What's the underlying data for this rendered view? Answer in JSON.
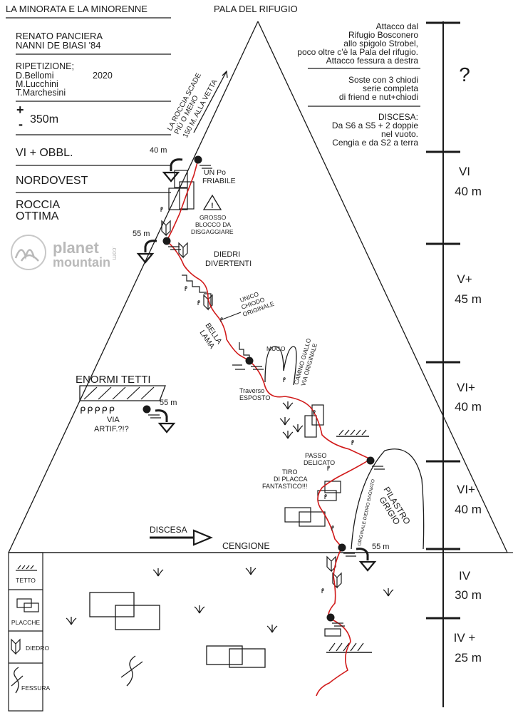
{
  "header": {
    "title": "LA MINORATA E LA MINORENNE",
    "summit": "PALA DEL RIFUGIO"
  },
  "info": {
    "authors": [
      "RENATO PANCIERA",
      "NANNI DE BIASI '84"
    ],
    "repeat_label": "RIPETIZIONE;",
    "repeaters": [
      "D.Bellomi",
      "M.Lucchini",
      "T.Marchesini"
    ],
    "repeat_year": "2020",
    "height_plus": "+",
    "height_minus": "-",
    "height": "350m",
    "grade": "VI + OBBL.",
    "aspect": "NORDOVEST",
    "rock": [
      "ROCCIA",
      "OTTIMA"
    ]
  },
  "logo": {
    "line1": "planet",
    "line2": "mountain",
    "suffix": ".com"
  },
  "notes": {
    "approach": [
      "Attacco dal",
      "Rifugio Bosconero",
      "allo spigolo Strobel,",
      "poco oltre c'è la Pala del rifugio.",
      "Attacco fessura a destra"
    ],
    "belays": [
      "Soste con 3 chiodi",
      "serie completa",
      "di friend e nut+chiodi"
    ],
    "descent": [
      "DISCESA:",
      "Da S6 a S5 + 2 doppie",
      "nel vuoto.",
      "Cengia e da S2 a terra"
    ]
  },
  "topo_labels": {
    "rock_exit": [
      "LA ROCCIA SCADE",
      "PIÙ O MENO",
      "150 M. ALLA VETTA"
    ],
    "rap_40": "40 m",
    "friable": [
      "UN Po",
      "FRIABILE"
    ],
    "block": [
      "GROSSO",
      "BLOCCO DA",
      "DISGAGGIARE"
    ],
    "rap_55_left": "55 m",
    "dihedrals": [
      "DIEDRI",
      "DIVERTENTI"
    ],
    "original_peg": [
      "UNICO",
      "CHIODO",
      "ORIGINALE"
    ],
    "nice_flake": [
      "BELLA",
      "LAMA"
    ],
    "mugo": "MUGO",
    "yellow_chimney": [
      "CAMINO GIALLO",
      "VIA ORIGINALE"
    ],
    "exposed_traverse": [
      "Traverso",
      "ESPOSTO"
    ],
    "roofs_title": "ENORMI TETTI",
    "rap_55_roofs": "55 m",
    "aid_route": [
      "VIA",
      "ARTIF.?!?"
    ],
    "delicate_step": [
      "PASSO",
      "DELICATO"
    ],
    "slab_pitch": [
      "TIRO",
      "DI PLACCA",
      "FANTASTICO!!!"
    ],
    "grey_pillar": [
      "PILASTRO",
      "GRIGIO"
    ],
    "original_dihedral": "ORIGINALE DIEDRO BAGNATO",
    "descent_arrow": "DISCESA",
    "ledge": "CENGIONE",
    "rap_55_right": "55 m"
  },
  "legend": [
    "TETTO",
    "PLACCHE",
    "DIEDRO",
    "FESSURA"
  ],
  "pitches": [
    {
      "grade": "?",
      "length": ""
    },
    {
      "grade": "VI",
      "length": "40 m"
    },
    {
      "grade": "V+",
      "length": "45 m"
    },
    {
      "grade": "VI+",
      "length": "40 m"
    },
    {
      "grade": "VI+",
      "length": "40 m"
    },
    {
      "grade": "IV",
      "length": "30 m"
    },
    {
      "grade": "IV +",
      "length": "25 m"
    }
  ],
  "colors": {
    "route": "#d11a1a",
    "ink": "#1a1a1a",
    "logo": "#b9b9b9"
  }
}
